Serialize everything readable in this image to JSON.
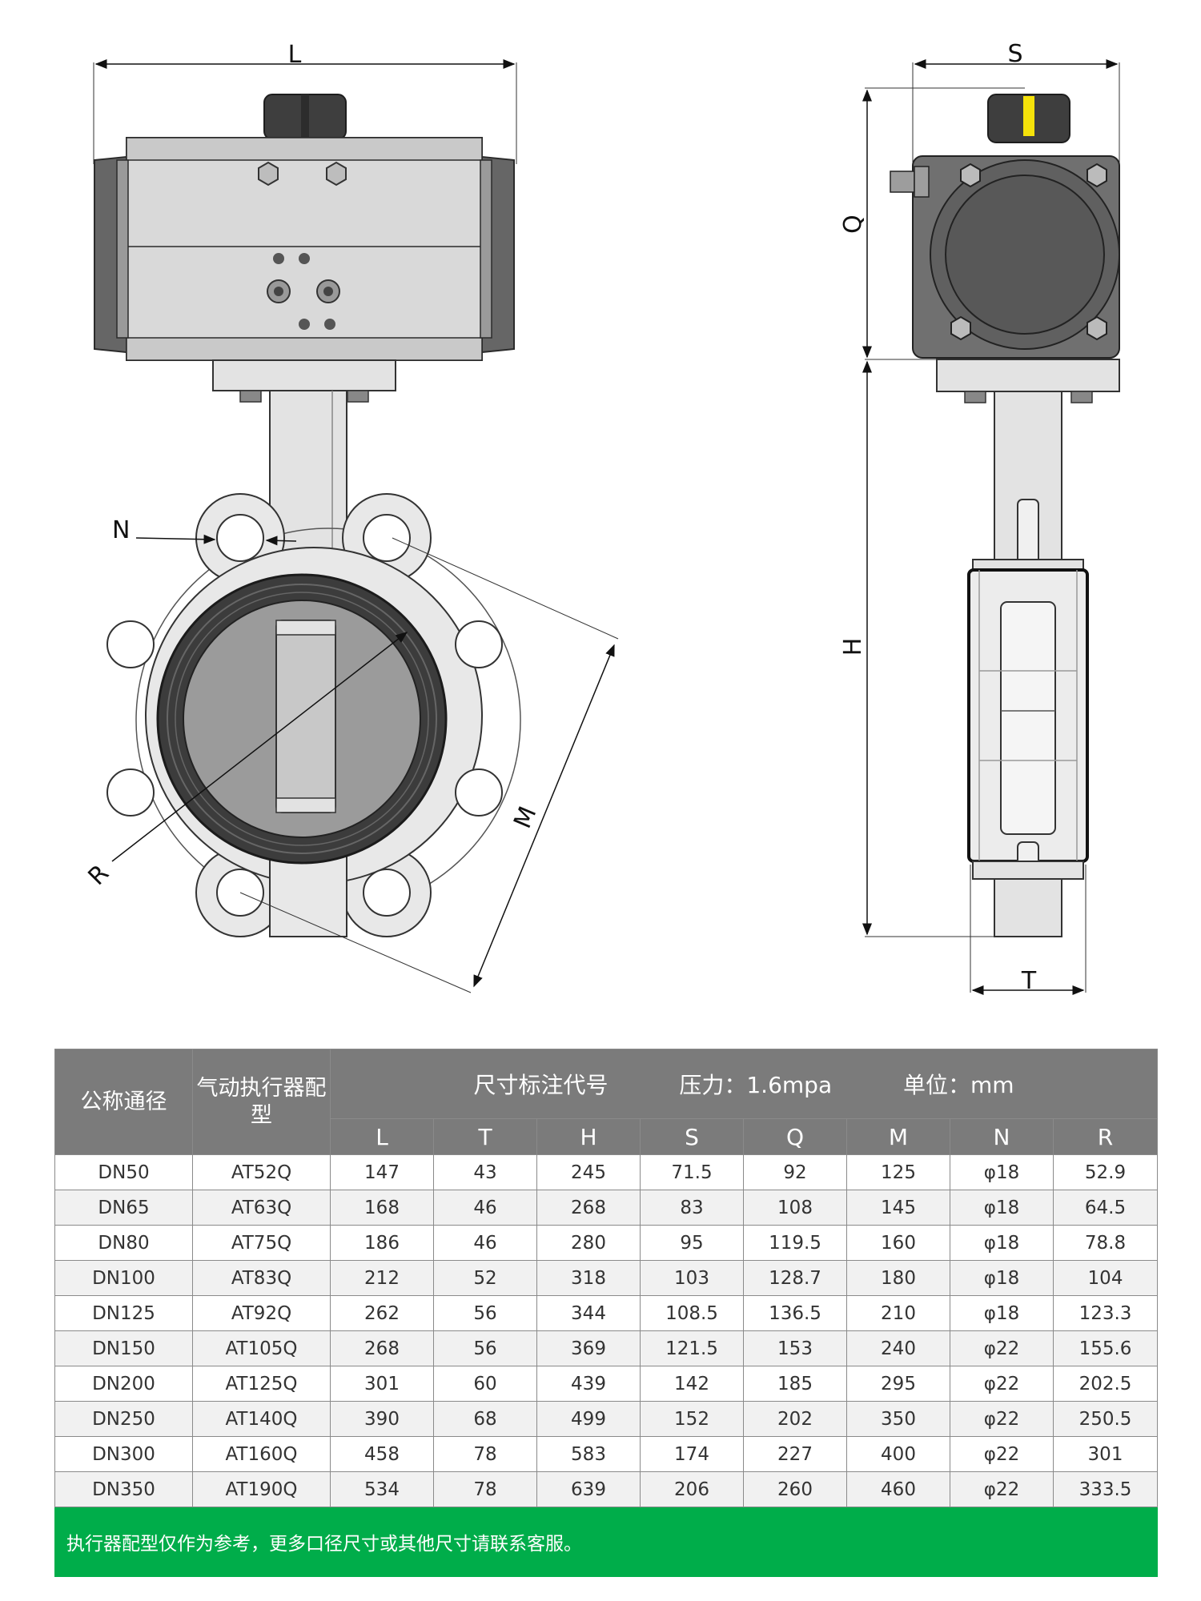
{
  "dimensions": {
    "L": "L",
    "S": "S",
    "Q": "Q",
    "H": "H",
    "T": "T",
    "N": "N",
    "M": "M",
    "R": "R"
  },
  "table": {
    "col_nominal": "公称通径",
    "col_actuator": "气动执行器配型",
    "header_code": "尺寸标注代号",
    "header_pressure": "压力：1.6mpa",
    "header_unit": "单位：mm",
    "subcols": [
      "L",
      "T",
      "H",
      "S",
      "Q",
      "M",
      "N",
      "R"
    ],
    "rows": [
      [
        "DN50",
        "AT52Q",
        "147",
        "43",
        "245",
        "71.5",
        "92",
        "125",
        "φ18",
        "52.9"
      ],
      [
        "DN65",
        "AT63Q",
        "168",
        "46",
        "268",
        "83",
        "108",
        "145",
        "φ18",
        "64.5"
      ],
      [
        "DN80",
        "AT75Q",
        "186",
        "46",
        "280",
        "95",
        "119.5",
        "160",
        "φ18",
        "78.8"
      ],
      [
        "DN100",
        "AT83Q",
        "212",
        "52",
        "318",
        "103",
        "128.7",
        "180",
        "φ18",
        "104"
      ],
      [
        "DN125",
        "AT92Q",
        "262",
        "56",
        "344",
        "108.5",
        "136.5",
        "210",
        "φ18",
        "123.3"
      ],
      [
        "DN150",
        "AT105Q",
        "268",
        "56",
        "369",
        "121.5",
        "153",
        "240",
        "φ22",
        "155.6"
      ],
      [
        "DN200",
        "AT125Q",
        "301",
        "60",
        "439",
        "142",
        "185",
        "295",
        "φ22",
        "202.5"
      ],
      [
        "DN250",
        "AT140Q",
        "390",
        "68",
        "499",
        "152",
        "202",
        "350",
        "φ22",
        "250.5"
      ],
      [
        "DN300",
        "AT160Q",
        "458",
        "78",
        "583",
        "174",
        "227",
        "400",
        "φ22",
        "301"
      ],
      [
        "DN350",
        "AT190Q",
        "534",
        "78",
        "639",
        "206",
        "260",
        "460",
        "φ22",
        "333.5"
      ]
    ],
    "note": "执行器配型仅作为参考，更多口径尺寸或其他尺寸请联系客服。"
  },
  "colors": {
    "header_bg": "#7b7b7b",
    "note_bg": "#00ad4a",
    "indicator": "#f5e20a"
  }
}
